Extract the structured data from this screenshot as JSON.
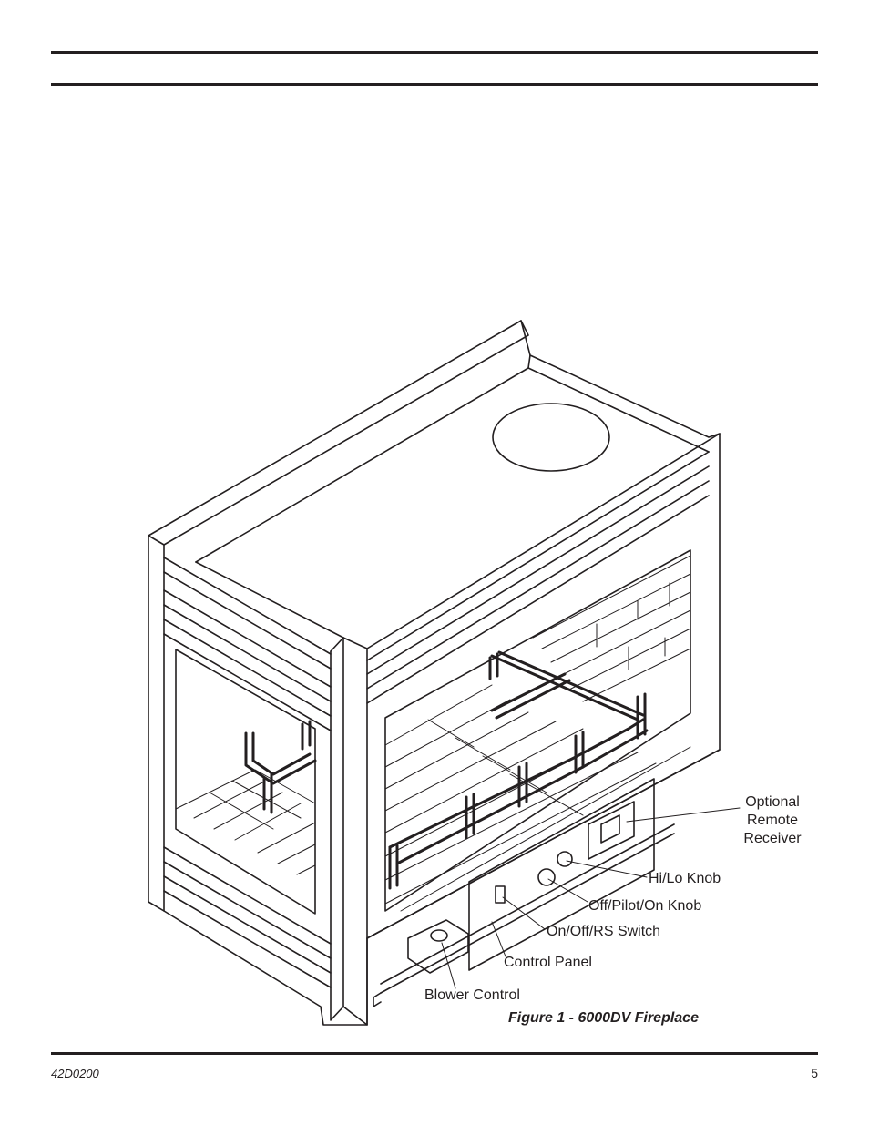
{
  "figure": {
    "labels": {
      "remote_receiver": [
        "Optional",
        "Remote",
        "Receiver"
      ],
      "hilo_knob": "Hi/Lo Knob",
      "off_pilot_on_knob": "Off/Pilot/On Knob",
      "on_off_rs_switch": "On/Off/RS Switch",
      "control_panel": "Control Panel",
      "blower_control": "Blower Control"
    },
    "caption": "Figure 1 - 6000DV Fireplace"
  },
  "footer": {
    "doc_number": "42D0200",
    "page_number": "5"
  }
}
